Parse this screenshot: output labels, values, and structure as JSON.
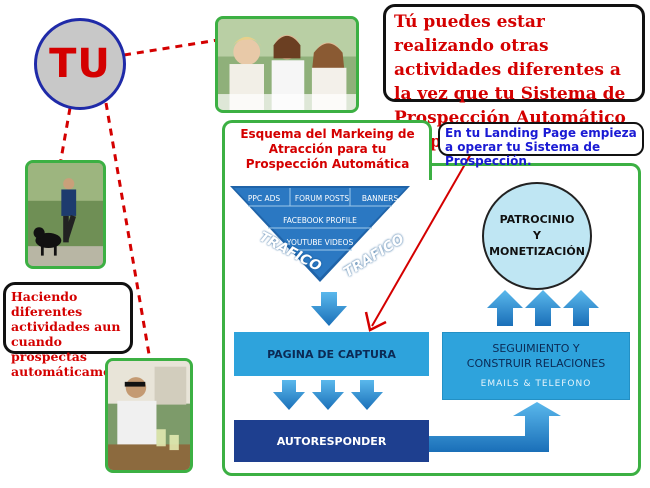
{
  "tu_label": "TU",
  "callout_top": "Tú puedes estar realizando otras actividades diferentes a la vez que tu Sistema de Prospección Automático te apalanca .",
  "callout_left": "Haciendo diferentes actividades aun cuando prospectas automáticamente.",
  "scheme_title": "Esquema del Markeing de Atracción para tu Prospección Automática",
  "landing_note": "En tu Landing Page empieza a operar tu Sistema de Prospección.",
  "funnel": {
    "sources": [
      "PPC ADS",
      "FORUM POSTS",
      "BANNERS"
    ],
    "facebook": "FACEBOOK PROFILE",
    "youtube": "YOUTUBE VIDEOS",
    "trafico_left": "TRAFICO",
    "trafico_right": "TRAFICO"
  },
  "pagina_captura": "PAGINA DE CAPTURA",
  "autoresponder": "AUTORESPONDER",
  "seguimiento_line1": "SEGUIMIENTO Y",
  "seguimiento_line2": "CONSTRUIR RELACIONES",
  "seguimiento_sub": "EMAILS  &  TELEFONO",
  "patrocinio_line1": "PATROCINIO",
  "patrocinio_line2": "Y",
  "patrocinio_line3": "MONETIZACIÓN",
  "colors": {
    "green_border": "#3cb043",
    "red_text": "#d40000",
    "blue_text": "#1a1ad4",
    "light_blue": "#2ea3dc",
    "dark_blue": "#1e3f8f",
    "circle_fill": "#bfe6f3"
  }
}
